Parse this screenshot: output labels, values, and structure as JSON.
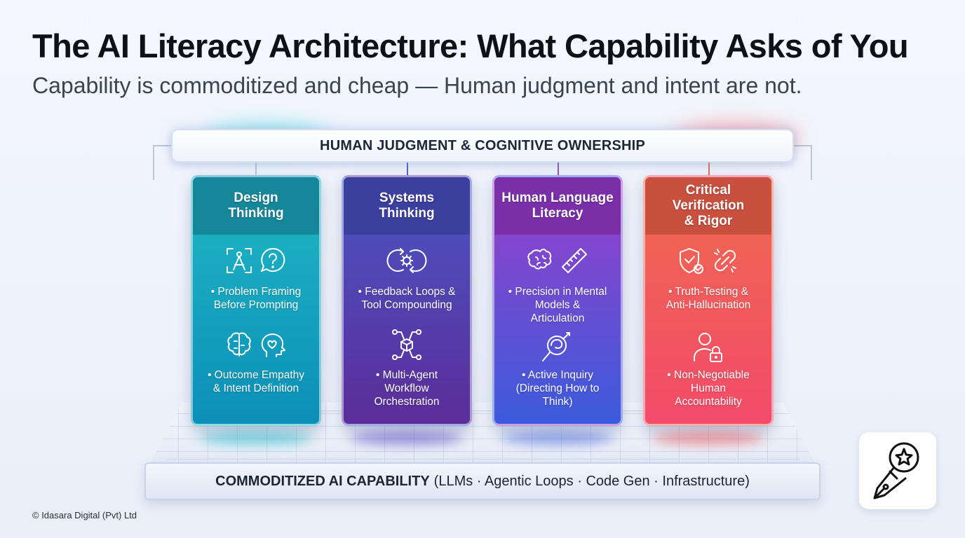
{
  "header": {
    "title": "The AI Literacy Architecture: What Capability Asks of You",
    "subtitle": "Capability is commoditized and cheap — Human judgment and intent are not."
  },
  "top_bar": {
    "label": "HUMAN JUDGMENT & COGNITIVE OWNERSHIP"
  },
  "pillars": [
    {
      "title_lines": [
        "Design",
        "Thinking"
      ],
      "color_top": "#1fb8c4",
      "color_bottom": "#0c8fb8",
      "head_color": "#16879a",
      "icons": [
        "compass-frame-icon",
        "question-bubble-icon",
        "brain-icon",
        "heart-head-icon"
      ],
      "bullets": [
        {
          "lines": [
            "• Problem Framing",
            "Before Prompting"
          ]
        },
        {
          "lines": [
            "• Outcome Empathy",
            "& Intent Definition"
          ]
        }
      ]
    },
    {
      "title_lines": [
        "Systems",
        "Thinking"
      ],
      "color_top": "#4a56c4",
      "color_bottom": "#5b2d9a",
      "head_color": "#3b3f9e",
      "icons": [
        "cycle-gear-icon",
        "agent-network-icon"
      ],
      "bullets": [
        {
          "lines": [
            "• Feedback Loops &",
            "Tool Compounding"
          ]
        },
        {
          "lines": [
            "• Multi-Agent",
            "Workflow",
            "Orchestration"
          ]
        }
      ]
    },
    {
      "title_lines": [
        "Human Language",
        "Literacy"
      ],
      "color_top": "#9a3fc8",
      "color_bottom": "#3b5bdc",
      "head_color": "#7a2fa8",
      "icons": [
        "brain-icon",
        "ruler-icon",
        "magnifier-icon"
      ],
      "bullets": [
        {
          "lines": [
            "• Precision in Mental",
            "Models &",
            "Articulation"
          ]
        },
        {
          "lines": [
            "• Active Inquiry",
            "(Directing How to",
            "Think)"
          ]
        }
      ]
    },
    {
      "title_lines": [
        "Critical",
        "Verification",
        "& Rigor"
      ],
      "color_top": "#f06a4e",
      "color_bottom": "#f24b6a",
      "head_color": "#c9503f",
      "icons": [
        "shield-check-icon",
        "broken-link-icon",
        "user-lock-icon"
      ],
      "bullets": [
        {
          "lines": [
            "• Truth-Testing &",
            "Anti-Hallucination"
          ]
        },
        {
          "lines": [
            "• Non-Negotiable",
            "Human",
            "Accountability"
          ]
        }
      ]
    }
  ],
  "platform": {
    "strong_label": "COMMODITIZED AI CAPABILITY",
    "rest_label": "(LLMs · Agentic Loops · Code Gen · Infrastructure)"
  },
  "footer": {
    "copyright": "© Idasara Digital (Pvt) Ltd",
    "logo_icon": "pen-nib-star-icon"
  }
}
